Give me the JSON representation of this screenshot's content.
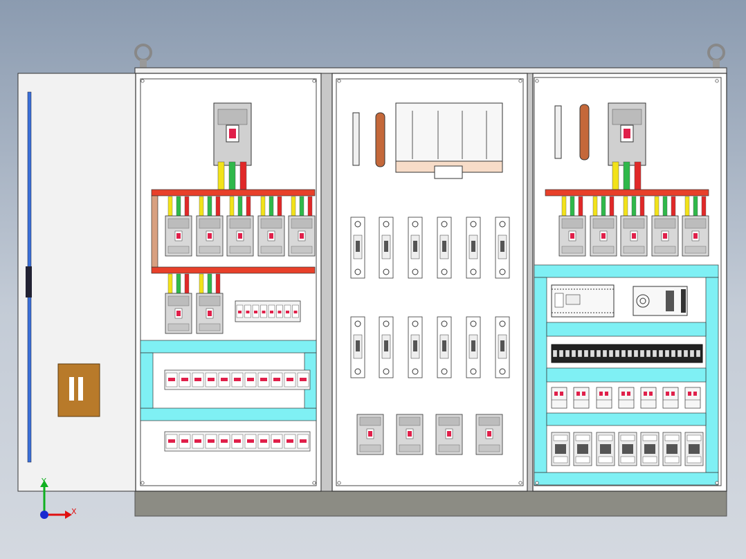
{
  "axis_triad": {
    "x_label": "X",
    "y_label": "Y",
    "x_color": "#e01010",
    "y_color": "#10b020",
    "origin_color": "#1a2ad0"
  },
  "colors": {
    "busbar_red": "#e8402a",
    "phase_yellow": "#f2e21a",
    "phase_green": "#2fb84a",
    "phase_red": "#e02828",
    "copper": "#c4683a",
    "breaker_body": "#d8d8d8",
    "breaker_handle": "#e0204a",
    "trunking_cyan": "#7ff0f4",
    "enclosure_white": "#ffffff",
    "door_panel": "#f2f2f2",
    "plinth": "#8c8c84",
    "door_handle": "#b87a2a"
  },
  "sections": [
    {
      "name": "left-door",
      "content": [
        "vertical-lock-rod",
        "door-handle"
      ]
    },
    {
      "name": "left-cabinet",
      "content": [
        "main-breaker",
        "busbar",
        "outgoing-breakers-5",
        "outgoing-breakers-2",
        "terminal-strip",
        "cable-trunking",
        "din-rail-terminals-2"
      ]
    },
    {
      "name": "middle-cabinet",
      "content": [
        "neutral-bar",
        "earth-bar",
        "contactor-group",
        "fused-disconnectors-12",
        "breakers-4"
      ]
    },
    {
      "name": "right-cabinet",
      "content": [
        "main-breaker",
        "neutral-bar",
        "earth-bar",
        "busbar",
        "outgoing-breakers-5",
        "plc",
        "power-supply",
        "terminal-block-row",
        "relays-7",
        "contactors-7",
        "cable-trunking"
      ]
    }
  ]
}
